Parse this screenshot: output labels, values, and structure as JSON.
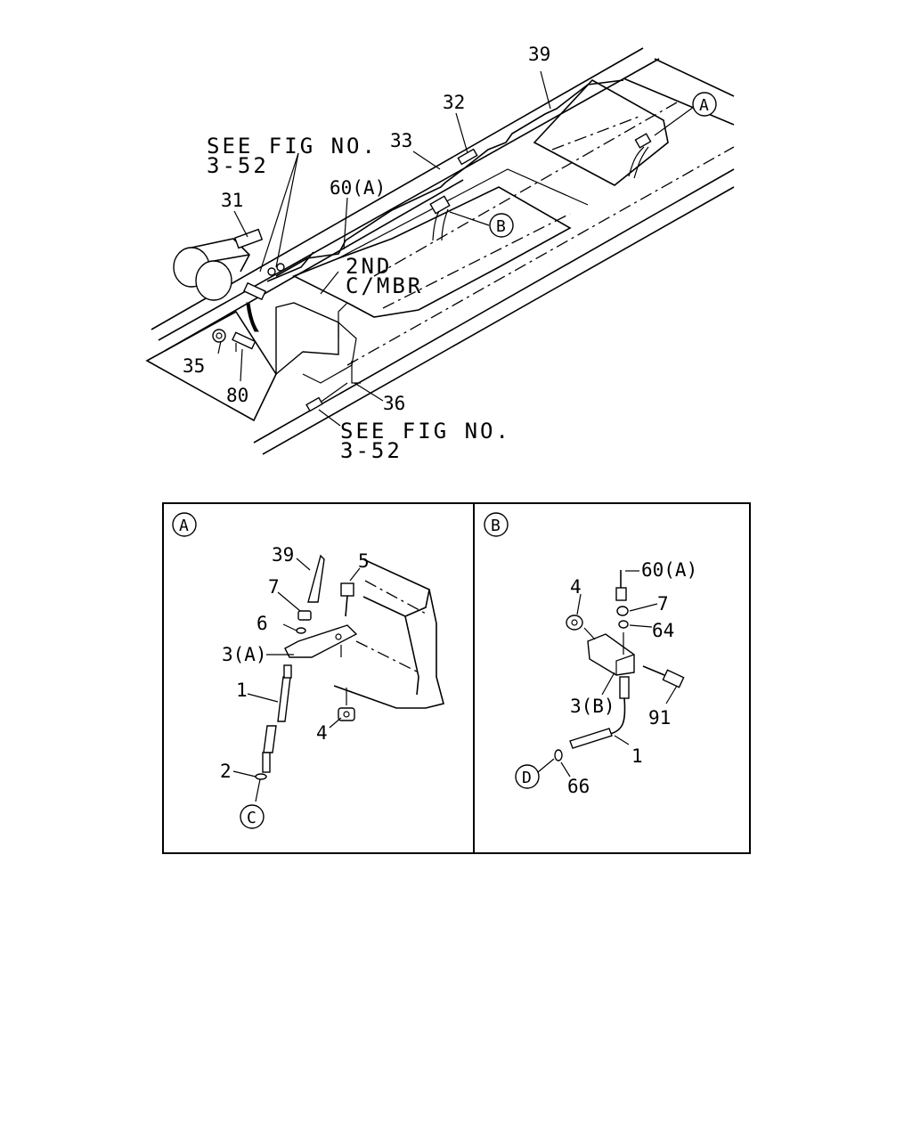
{
  "top_view": {
    "see_fig_upper": [
      "SEE FIG NO.",
      "3-52"
    ],
    "see_fig_lower": [
      "SEE FIG NO.",
      "3-52"
    ],
    "member_label": [
      "2ND",
      "C/MBR"
    ],
    "callouts": {
      "p39": "39",
      "p32": "32",
      "p33": "33",
      "p60a": "60(A)",
      "p31": "31",
      "p35": "35",
      "p80": "80",
      "p36": "36"
    },
    "refs": {
      "a": "A",
      "b": "B"
    }
  },
  "detail_a": {
    "ref": "A",
    "callouts": {
      "p39": "39",
      "p5": "5",
      "p7": "7",
      "p6": "6",
      "p3a": "3(A)",
      "p1": "1",
      "p4": "4",
      "p2": "2"
    },
    "end_ref": "C"
  },
  "detail_b": {
    "ref": "B",
    "callouts": {
      "p60a": "60(A)",
      "p4": "4",
      "p7": "7",
      "p64": "64",
      "p3b": "3(B)",
      "p91": "91",
      "p1": "1",
      "p66": "66"
    },
    "end_ref": "D"
  }
}
